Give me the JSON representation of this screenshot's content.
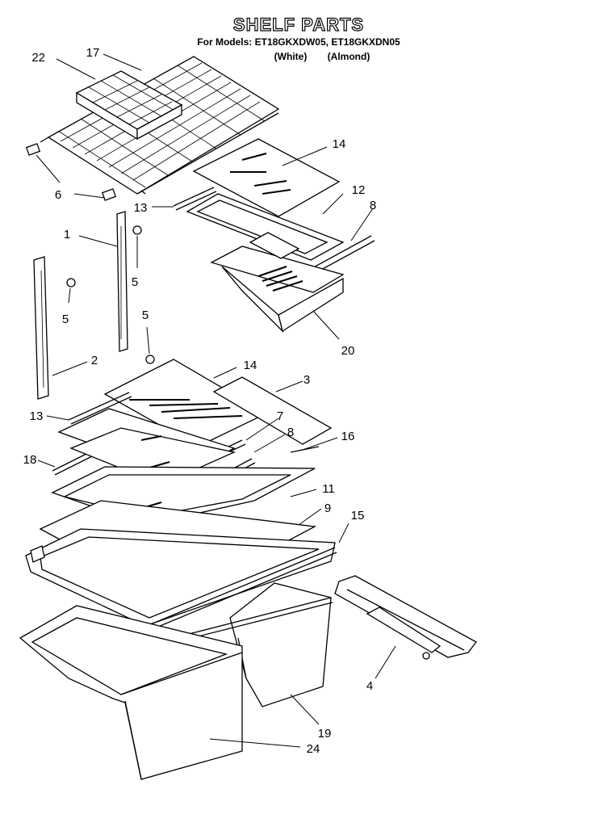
{
  "header": {
    "title": "SHELF PARTS",
    "models_line": "For Models: ET18GKXDW05, ET18GKXDN05",
    "color_white": "(White)",
    "color_almond": "(Almond)"
  },
  "callouts": [
    {
      "id": "c22",
      "text": "22"
    },
    {
      "id": "c17",
      "text": "17"
    },
    {
      "id": "c14a",
      "text": "14"
    },
    {
      "id": "c12",
      "text": "12"
    },
    {
      "id": "c8a",
      "text": "8"
    },
    {
      "id": "c6",
      "text": "6"
    },
    {
      "id": "c13a",
      "text": "13"
    },
    {
      "id": "c1",
      "text": "1"
    },
    {
      "id": "c5a",
      "text": "5"
    },
    {
      "id": "c5b",
      "text": "5"
    },
    {
      "id": "c5c",
      "text": "5"
    },
    {
      "id": "c20",
      "text": "20"
    },
    {
      "id": "c2",
      "text": "2"
    },
    {
      "id": "c14b",
      "text": "14"
    },
    {
      "id": "c3",
      "text": "3"
    },
    {
      "id": "c13b",
      "text": "13"
    },
    {
      "id": "c7",
      "text": "7"
    },
    {
      "id": "c8b",
      "text": "8"
    },
    {
      "id": "c16",
      "text": "16"
    },
    {
      "id": "c18",
      "text": "18"
    },
    {
      "id": "c11",
      "text": "11"
    },
    {
      "id": "c9",
      "text": "9"
    },
    {
      "id": "c15",
      "text": "15"
    },
    {
      "id": "c4",
      "text": "4"
    },
    {
      "id": "c19",
      "text": "19"
    },
    {
      "id": "c24",
      "text": "24"
    }
  ]
}
